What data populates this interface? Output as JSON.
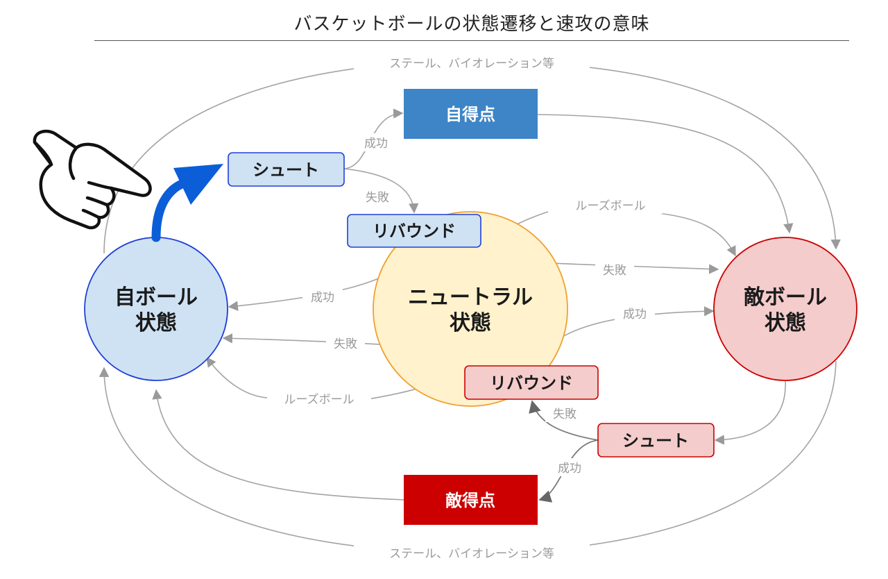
{
  "title": "バスケットボールの状態遷移と速攻の意味",
  "nodes": {
    "own_ball": {
      "line1": "自ボール",
      "line2": "状態",
      "fill": "#cfe2f3",
      "stroke": "#1f3fd6"
    },
    "neutral": {
      "line1": "ニュートラル",
      "line2": "状態",
      "fill": "#fff2cc",
      "stroke": "#f0a030"
    },
    "enemy_ball": {
      "line1": "敵ボール",
      "line2": "状態",
      "fill": "#f4cccc",
      "stroke": "#cc0000"
    }
  },
  "boxes": {
    "own_score": {
      "label": "自得点",
      "fill": "#3d85c6"
    },
    "enemy_score": {
      "label": "敵得点",
      "fill": "#cc0000"
    },
    "own_shoot": {
      "label": "シュート",
      "fill": "#cfe2f3",
      "stroke": "#1f3fd6"
    },
    "own_rebound": {
      "label": "リバウンド",
      "fill": "#cfe2f3",
      "stroke": "#1f3fd6"
    },
    "enemy_rebound": {
      "label": "リバウンド",
      "fill": "#f4cccc",
      "stroke": "#cc0000"
    },
    "enemy_shoot": {
      "label": "シュート",
      "fill": "#f4cccc",
      "stroke": "#cc0000"
    }
  },
  "edge_labels": {
    "steal_top": "ステール、バイオレーション等",
    "steal_bottom": "ステール、バイオレーション等",
    "own_shoot_success": "成功",
    "own_shoot_fail": "失敗",
    "loose_ball_top": "ルーズボール",
    "own_rebound_success": "成功",
    "own_rebound_fail": "失敗",
    "enemy_rebound_success": "成功",
    "enemy_rebound_fail": "失敗",
    "loose_ball_bottom": "ルーズボール",
    "enemy_shoot_fail": "失敗",
    "enemy_shoot_success": "成功"
  },
  "accent_arrow_color": "#0b5ed7",
  "pointer": "pointing-hand-icon"
}
